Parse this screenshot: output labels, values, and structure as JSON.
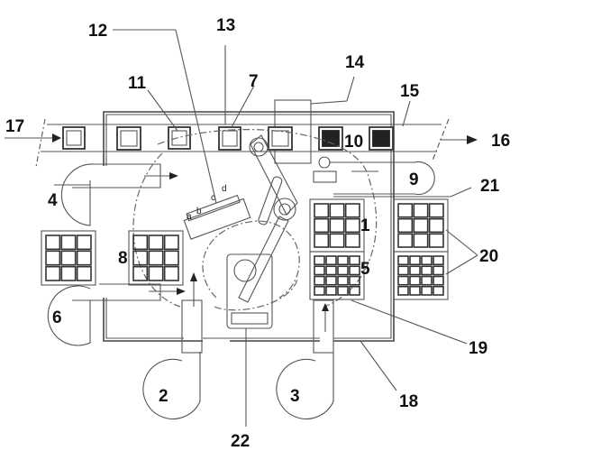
{
  "diagram": {
    "type": "patent-schematic",
    "description": "Robotic cell layout with conveyor, magazines and component trays",
    "labels": {
      "l1": "1",
      "l2": "2",
      "l3": "3",
      "l4": "4",
      "l5": "5",
      "l6": "6",
      "l7": "7",
      "l8": "8",
      "l9": "9",
      "l10": "10",
      "l11": "11",
      "l12": "12",
      "l13": "13",
      "l14": "14",
      "l15": "15",
      "l16": "16",
      "l17": "17",
      "l18": "18",
      "l19": "19",
      "l20": "20",
      "l21": "21",
      "l22": "22"
    },
    "cassette_letters": {
      "a": "a",
      "b": "b",
      "c": "c",
      "d": "d"
    },
    "conveyor": {
      "input_arrow_label": "17",
      "output_arrow_label": "16",
      "workpieces_light": 5,
      "workpieces_dark": 2
    },
    "trays": [
      {
        "id": "left-1",
        "rows": 3,
        "cols": 3
      },
      {
        "id": "left-2",
        "rows": 3,
        "cols": 3
      },
      {
        "id": "tray-1",
        "rows": 3,
        "cols": 3
      },
      {
        "id": "tray-5",
        "rows": 4,
        "cols": 4
      },
      {
        "id": "tray-20a",
        "rows": 3,
        "cols": 3
      },
      {
        "id": "tray-20b",
        "rows": 4,
        "cols": 4
      }
    ]
  }
}
